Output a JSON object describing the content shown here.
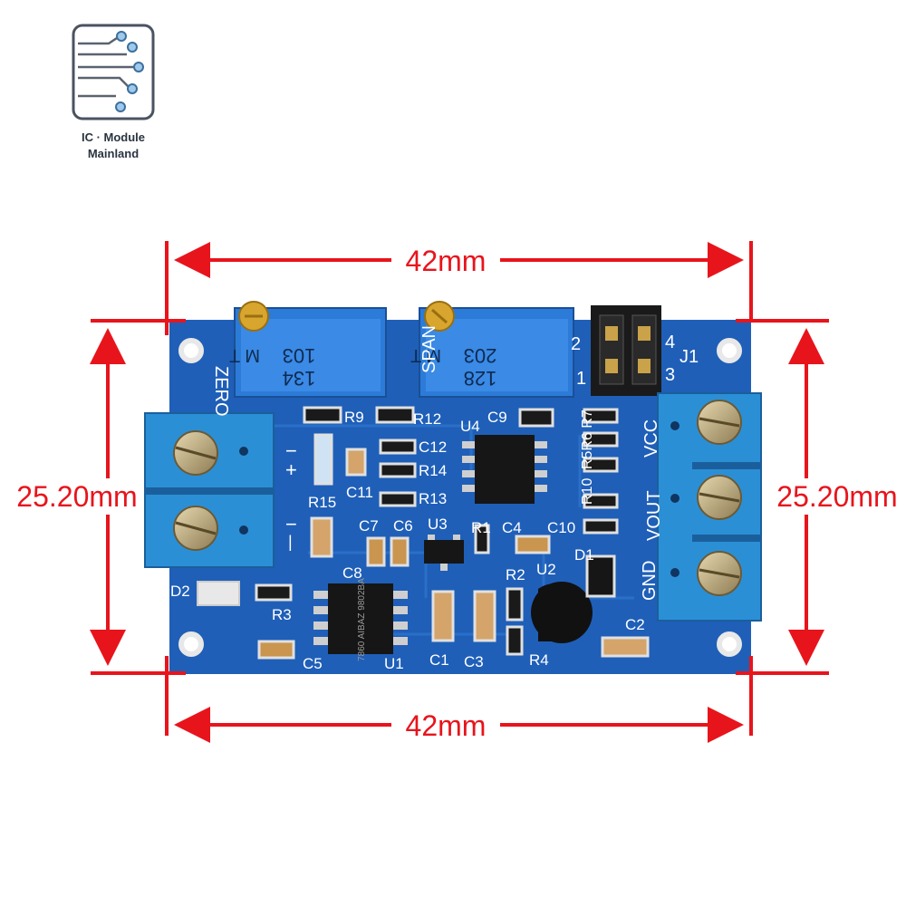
{
  "logo": {
    "line1": "IC · Module",
    "line2": "Mainland"
  },
  "dimensions": {
    "top_width": "42mm",
    "bottom_width": "42mm",
    "left_height": "25.20mm",
    "right_height": "25.20mm",
    "color": "#e8141c"
  },
  "board": {
    "pcb_color": "#1f5fb8",
    "pot_zero": {
      "line1": "103",
      "line2": "134",
      "mark": "M T"
    },
    "pot_span": {
      "line1": "203",
      "line2": "128",
      "mark": "M T"
    },
    "labels": {
      "zero": "ZERO",
      "span": "SPAN",
      "j1": "J1",
      "pin1": "1",
      "pin2": "2",
      "pin3": "3",
      "pin4": "4",
      "plus": "+",
      "minus": "−",
      "plus2": "−",
      "minus2": "−",
      "vcc": "VCC",
      "vout": "VOUT",
      "gnd": "GND",
      "r9": "R9",
      "r12": "R12",
      "r14": "R14",
      "r13": "R13",
      "r15": "R15",
      "r1": "R1",
      "r2": "R2",
      "r3": "R3",
      "r4": "R4",
      "r5r6r7": "R5R6 R7",
      "r10": "R10",
      "c1": "C1",
      "c2": "C2",
      "c3": "C3",
      "c4": "C4",
      "c5": "C5",
      "c6": "C6",
      "c7": "C7",
      "c8": "C8",
      "c9": "C9",
      "c10": "C10",
      "c11": "C11",
      "c12": "C12",
      "u1": "U1",
      "u2": "U2",
      "u3": "U3",
      "u4": "U4",
      "d1": "D1",
      "d2": "D2",
      "u1_chip": "7860 AIBAZ 9802BA"
    }
  }
}
